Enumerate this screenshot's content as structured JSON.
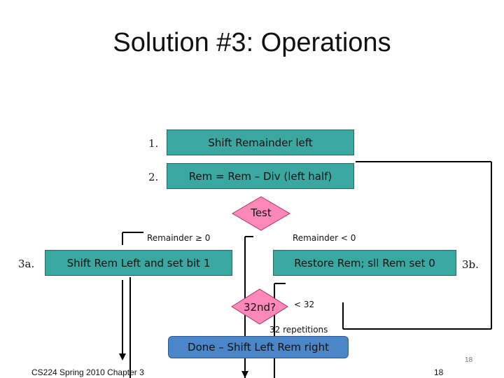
{
  "title": "Solution #3: Operations",
  "steps": {
    "step1_num": "1.",
    "step1_label": "Shift Remainder left",
    "step2_num": "2.",
    "step2_label": "Rem = Rem – Div (left half)",
    "test_label": "Test",
    "rem_ge0": "Remainder ≥ 0",
    "rem_lt0": "Remainder < 0",
    "step3a_num": "3a.",
    "step3a_label": "Shift Rem Left and set bit 1",
    "step3b_num": "3b.",
    "step3b_label": "Restore Rem; sll Rem set 0",
    "check_label": "32nd?",
    "lt32_label": "< 32",
    "reps_label": "32 repetitions",
    "done_label": "Done – Shift Left Rem right"
  },
  "footer": {
    "course": "CS224 Spring 2010 Chapter 3",
    "page_small": "18",
    "page_big": "18"
  },
  "colors": {
    "box": "#3aa8a0",
    "diamond": "#ff88bb",
    "done": "#4a86c8"
  }
}
